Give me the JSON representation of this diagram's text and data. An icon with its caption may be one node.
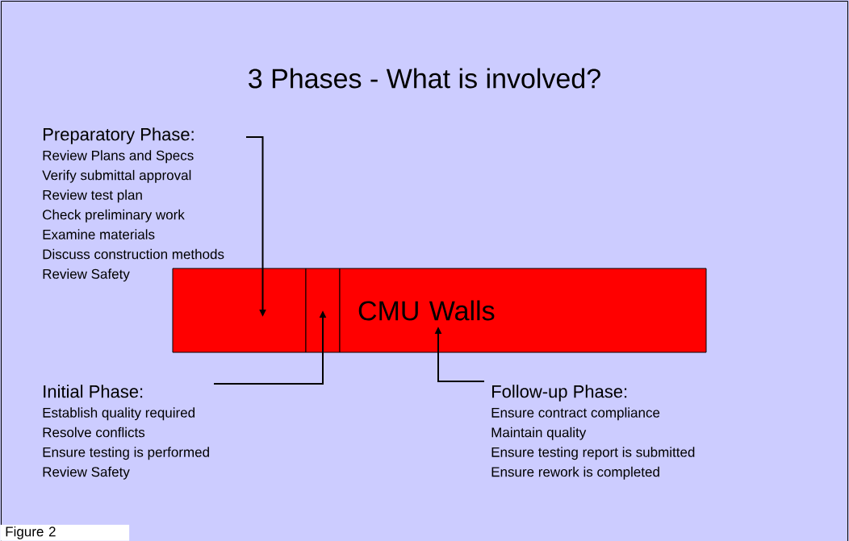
{
  "diagram": {
    "title": "3 Phases - What is involved?",
    "caption": "Figure 2",
    "nodes": [
      {
        "text": [
          "Preparatory Phase:",
          "Review Plans and Specs",
          "Verify submittal approval",
          "Review test plan",
          "Check preliminary work",
          "Examine materials",
          "Discuss construction methods",
          "Review Safety"
        ]
      },
      {
        "text": [],
        "shape": "box"
      },
      {
        "text": [],
        "shape": "box"
      },
      {
        "text": [
          "CMU Walls"
        ]
      },
      {
        "text": [
          "Initial Phase:",
          "Establish quality required",
          "Resolve conflicts",
          "Ensure testing is performed",
          "Review Safety"
        ]
      },
      {
        "text": [
          "Follow-up Phase:",
          "Ensure contract compliance",
          "Maintain quality",
          "Ensure testing report is submitted",
          "Ensure rework is completed"
        ]
      }
    ],
    "edges": [
      {
        "from": 0,
        "to": 1,
        "arrow": "to"
      },
      {
        "from": 4,
        "to": 2,
        "arrow": "to"
      },
      {
        "from": 5,
        "to": 3,
        "arrow": "to"
      }
    ]
  }
}
